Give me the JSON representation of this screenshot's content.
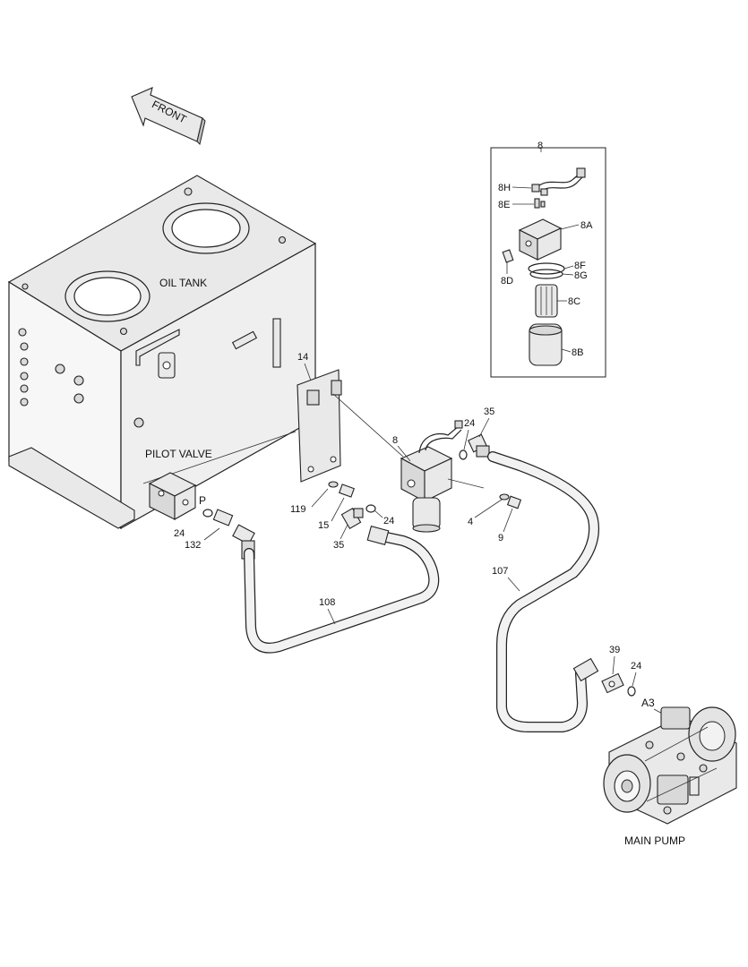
{
  "labels": {
    "front": "FRONT",
    "oil_tank": "OIL TANK",
    "pilot_valve": "PILOT VALVE",
    "main_pump": "MAIN PUMP",
    "p": "P",
    "a3": "A3"
  },
  "callouts": {
    "filter_group": "8",
    "c8H": "8H",
    "c8E": "8E",
    "c8A": "8A",
    "c8D": "8D",
    "c8F": "8F",
    "c8G": "8G",
    "c8C": "8C",
    "c8B": "8B",
    "c14": "14",
    "c8": "8",
    "c35a": "35",
    "c24a": "24",
    "c119": "119",
    "c15": "15",
    "c35b": "35",
    "c24b": "24",
    "c4": "4",
    "c9": "9",
    "c24c": "24",
    "c132": "132",
    "c108": "108",
    "c107": "107",
    "c39": "39",
    "c24d": "24"
  }
}
